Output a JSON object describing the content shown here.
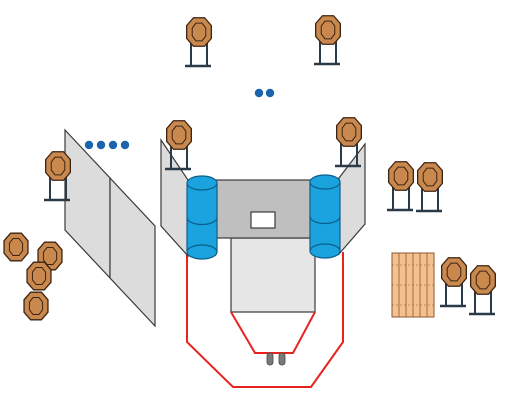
{
  "diagram": {
    "subject": "shooting-stage-layout",
    "colors": {
      "target_fill": "#c8884e",
      "target_outline": "#3d2412",
      "stand": "#2a3a48",
      "barrel": "#1ba3df",
      "barrel_outline": "#0d5e8a",
      "wall_front": "#bfbfbf",
      "wall_side": "#dcdcdc",
      "wall_outline": "#3a3a3a",
      "shooting_box": "#e6e6e6",
      "fault_line": "#e8231f",
      "popper_dot": "#1b64ad",
      "pallet": "#f6c08e",
      "pallet_outline": "#8a5a32",
      "foot_marker": "#7a7a7a"
    },
    "counts": {
      "standing_targets": 9,
      "ground_targets": 4,
      "barrels": 2,
      "steel_dots": 6,
      "pallets": 1,
      "shooting_positions": 2
    }
  }
}
